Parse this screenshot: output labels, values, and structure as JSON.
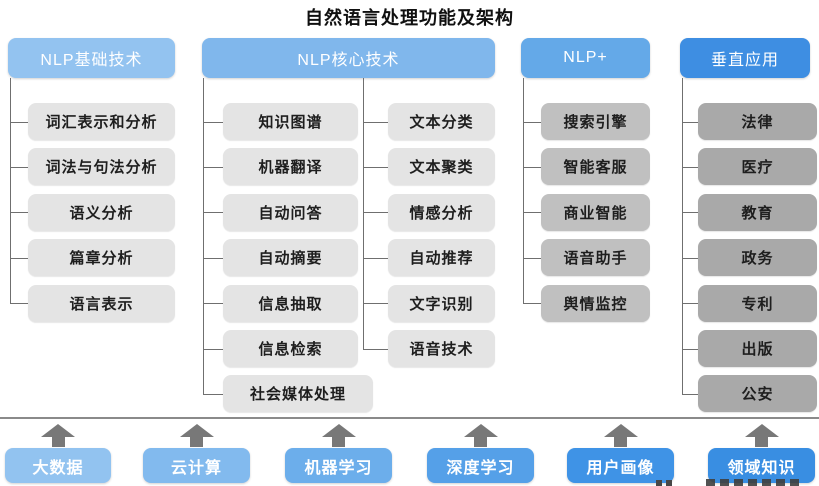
{
  "title": "自然语言处理功能及架构",
  "colors": {
    "connector": "#6f6f6f",
    "separator": "#8a8a8a",
    "arrow": "#787878",
    "light_item_bg": "#e4e4e4",
    "medium_item_bg": "#c0c0c0",
    "dark_item_bg": "#a9a9a9"
  },
  "columns": [
    {
      "label": "NLP基础技术",
      "header_color": "#93c3f0",
      "item_color": "#e4e4e4",
      "groups": [
        [
          "词汇表示和分析",
          "词法与句法分析",
          "语义分析",
          "篇章分析",
          "语言表示"
        ]
      ]
    },
    {
      "label": "NLP核心技术",
      "header_color": "#80b7ec",
      "item_color": "#e4e4e4",
      "groups": [
        [
          "知识图谱",
          "机器翻译",
          "自动问答",
          "自动摘要",
          "信息抽取",
          "信息检索",
          "社会媒体处理"
        ],
        [
          "文本分类",
          "文本聚类",
          "情感分析",
          "自动推荐",
          "文字识别",
          "语音技术"
        ]
      ]
    },
    {
      "label": "NLP+",
      "header_color": "#64a9e8",
      "item_color": "#c0c0c0",
      "groups": [
        [
          "搜索引擎",
          "智能客服",
          "商业智能",
          "语音助手",
          "舆情监控"
        ]
      ]
    },
    {
      "label": "垂直应用",
      "header_color": "#3e8ee2",
      "item_color": "#a9a9a9",
      "groups": [
        [
          "法律",
          "医疗",
          "教育",
          "政务",
          "专利",
          "出版",
          "公安"
        ]
      ]
    }
  ],
  "foundation": [
    {
      "label": "大数据",
      "color": "#92c3f0"
    },
    {
      "label": "云计算",
      "color": "#82baee"
    },
    {
      "label": "机器学习",
      "color": "#6caeeb"
    },
    {
      "label": "深度学习",
      "color": "#55a0e8"
    },
    {
      "label": "用户画像",
      "color": "#3f93e6"
    },
    {
      "label": "领域知识",
      "color": "#398ee2"
    }
  ]
}
